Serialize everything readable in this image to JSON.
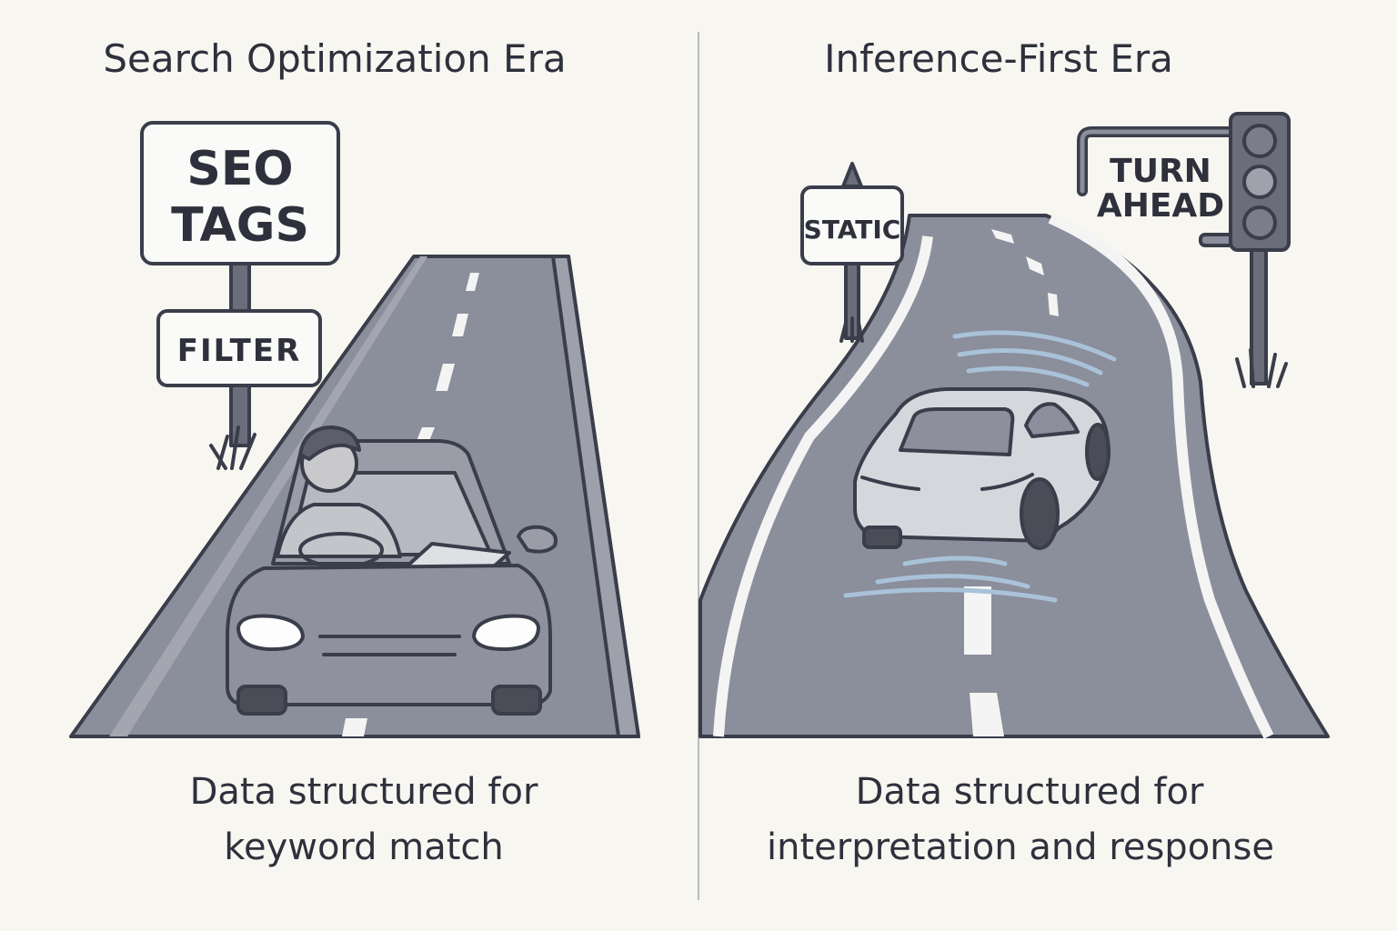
{
  "left_panel": {
    "title": "Search Optimization Era",
    "sign_main_line1": "SEO",
    "sign_main_line2": "TAGS",
    "sign_small": "FILTER",
    "caption_line1": "Data structured for",
    "caption_line2": "keyword match"
  },
  "right_panel": {
    "title": "Inference-First Era",
    "sign_static": "STATIC",
    "sign_turn_line1": "TURN",
    "sign_turn_line2": "AHEAD",
    "caption_line1": "Data structured for",
    "caption_line2": "interpretation and response"
  },
  "colors": {
    "background": "#f8f6f1",
    "road": "#8b8e9b",
    "outline": "#3a3d4a",
    "sensor_waves": "#a9c2d8"
  }
}
